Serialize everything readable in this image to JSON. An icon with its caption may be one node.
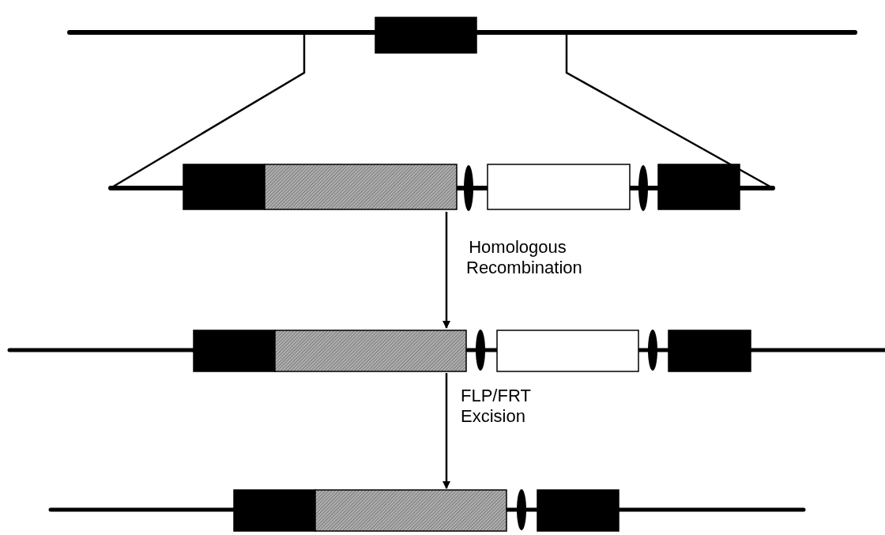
{
  "diagram": {
    "nodes": [
      {
        "text": [],
        "shape": "picture"
      },
      {
        "text": [],
        "shape": "picture"
      },
      {
        "text": [],
        "shape": "picture"
      },
      {
        "text": [],
        "shape": "picture"
      }
    ],
    "edges": [
      {
        "from": 0,
        "to": 1,
        "arrow": "none"
      },
      {
        "from": 0,
        "to": 1,
        "arrow": "none"
      },
      {
        "from": 1,
        "to": 2,
        "arrow": "to",
        "label": "Homologous Recombination"
      },
      {
        "from": 2,
        "to": 3,
        "arrow": "to",
        "label": "FLP/FRT Excision"
      }
    ]
  }
}
